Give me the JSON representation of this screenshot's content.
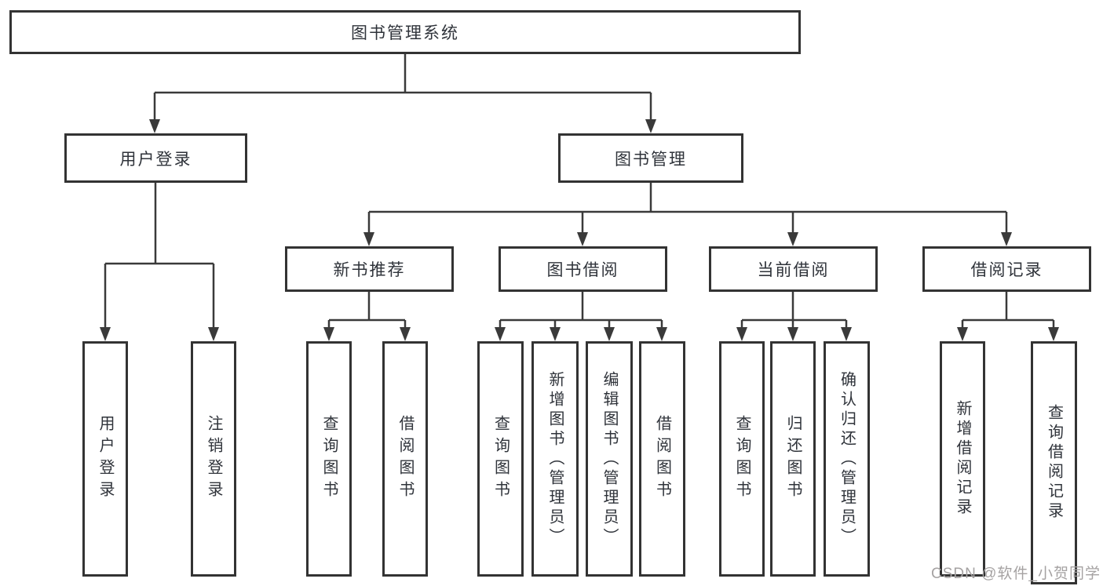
{
  "diagram": {
    "type": "tree-diagram",
    "tree": {
      "label": "图书管理系统",
      "children": [
        {
          "label": "用户登录",
          "children": [
            {
              "label": "用户登录"
            },
            {
              "label": "注销登录"
            }
          ]
        },
        {
          "label": "图书管理",
          "children": [
            {
              "label": "新书推荐",
              "children": [
                {
                  "label": "查询图书"
                },
                {
                  "label": "借阅图书"
                }
              ]
            },
            {
              "label": "图书借阅",
              "children": [
                {
                  "label": "查询图书"
                },
                {
                  "label": "新增图书（管理员）"
                },
                {
                  "label": "编辑图书（管理员）"
                },
                {
                  "label": "借阅图书"
                }
              ]
            },
            {
              "label": "当前借阅",
              "children": [
                {
                  "label": "查询图书"
                },
                {
                  "label": "归还图书"
                },
                {
                  "label": "确认归还（管理员）"
                }
              ]
            },
            {
              "label": "借阅记录",
              "children": [
                {
                  "label": "新增借阅记录"
                },
                {
                  "label": "查询借阅记录"
                }
              ]
            }
          ]
        }
      ]
    },
    "watermark": "CSDN @软件_小贺同学",
    "colors": {
      "background": "#ffffff",
      "box_border": "#333333",
      "connector_line": "#3a3a3a",
      "node_text": "#2f333a",
      "watermark_text": "#a5a2a2"
    }
  }
}
